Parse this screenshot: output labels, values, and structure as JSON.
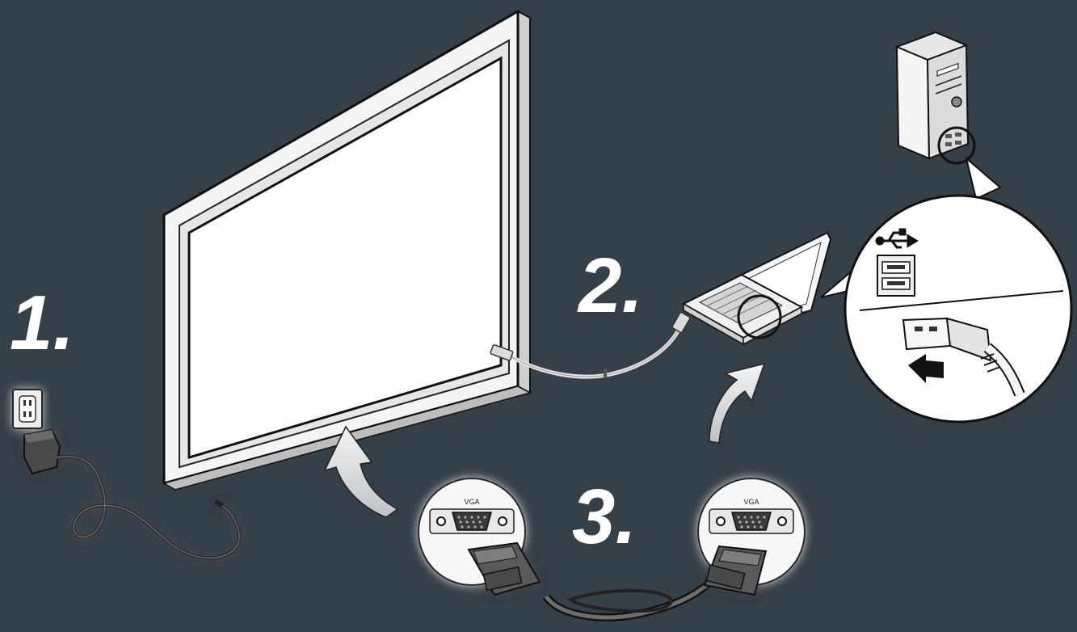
{
  "steps": {
    "step1": "1.",
    "step2": "2.",
    "step3": "3."
  },
  "port_labels": {
    "vga_left": "VGA",
    "vga_right": "VGA"
  },
  "icons": {
    "usb": "usb-symbol-icon",
    "insert_arrow": "insert-arrow-icon"
  },
  "colors": {
    "background": "#364049",
    "panel": "#f2f2f2",
    "line": "#222222"
  }
}
